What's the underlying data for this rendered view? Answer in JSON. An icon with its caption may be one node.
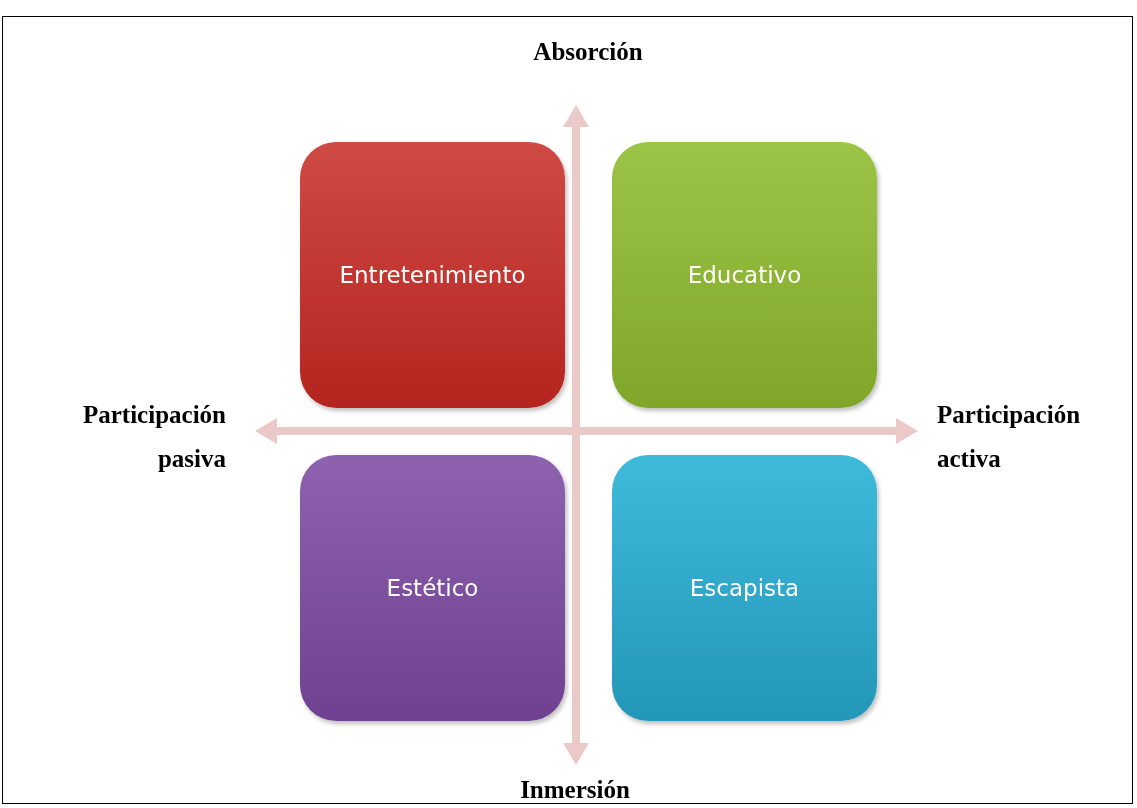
{
  "diagram": {
    "nodes": [
      {
        "text": [
          "Entretenimiento"
        ]
      },
      {
        "text": [
          "Educativo"
        ]
      },
      {
        "text": [
          "Estético"
        ]
      },
      {
        "text": [
          "Escapista"
        ]
      }
    ],
    "labels": [
      "Absorción",
      "Participación pasiva",
      "Participación activa",
      "Inmersión"
    ]
  }
}
